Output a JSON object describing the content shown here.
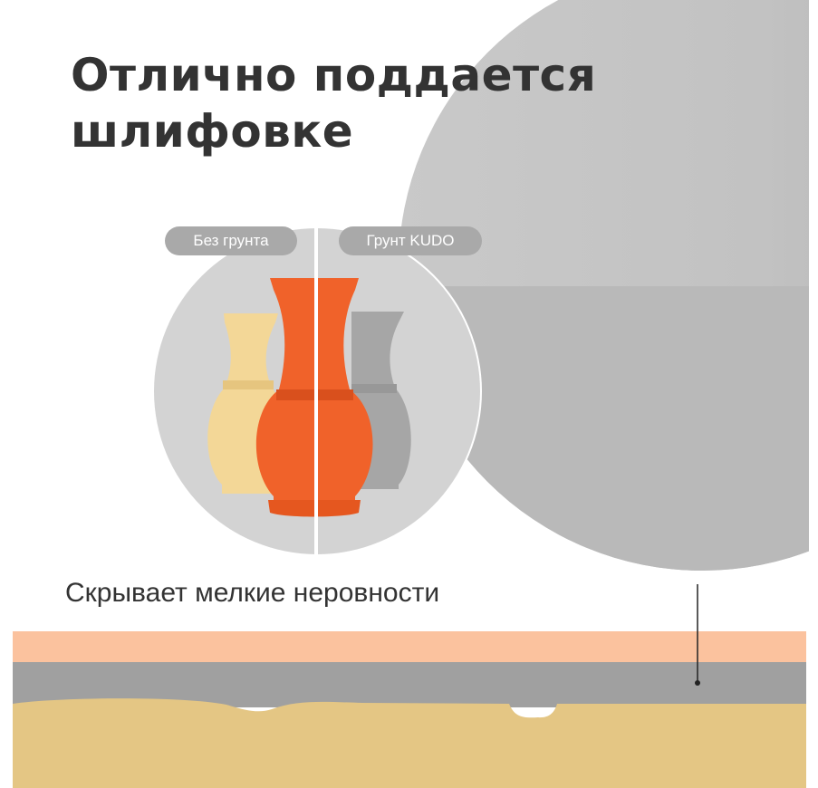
{
  "title_line1": "Отлично поддается",
  "title_line2": "шлифовке",
  "labels": {
    "without_primer": "Без грунта",
    "with_primer": "Грунт KUDO"
  },
  "subtitle": "Скрывает мелкие неровности",
  "colors": {
    "paint_layer": "#fbc29e",
    "primer_layer": "#a0a0a0",
    "base_layer": "#e4c684",
    "vase_orange": "#f0622a",
    "vase_yellow": "#f3d797",
    "vase_gray": "#a6a6a6"
  }
}
